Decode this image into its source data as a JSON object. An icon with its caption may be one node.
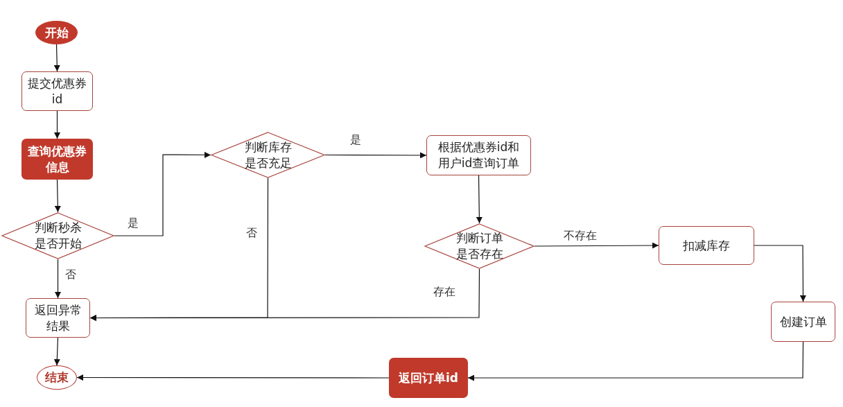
{
  "diagram": {
    "nodes": [
      {
        "text": [
          "开始"
        ]
      },
      {
        "text": [
          "提交优惠券id"
        ]
      },
      {
        "text": [
          "查询优惠券信息"
        ]
      },
      {
        "text": [
          "判断秒杀是否开始"
        ]
      },
      {
        "text": [
          "判断库存是否充足"
        ]
      },
      {
        "text": [
          "根据优惠券id和用户id查询订单"
        ]
      },
      {
        "text": [
          "判断订单是否存在"
        ]
      },
      {
        "text": [
          "扣减库存"
        ]
      },
      {
        "text": [
          "返回异常结果"
        ]
      },
      {
        "text": [
          "创建订单"
        ]
      },
      {
        "text": [
          "结束"
        ]
      },
      {
        "text": [
          "返回订单id"
        ]
      }
    ],
    "edges": [
      {
        "from": 0,
        "to": 1,
        "arrow": "to"
      },
      {
        "from": 1,
        "to": 2,
        "arrow": "to"
      },
      {
        "from": 2,
        "to": 3,
        "arrow": "to"
      },
      {
        "from": 3,
        "to": 4,
        "arrow": "to",
        "label": "是"
      },
      {
        "from": 3,
        "to": 8,
        "arrow": "to",
        "label": "否"
      },
      {
        "from": 4,
        "to": 5,
        "arrow": "to",
        "label": "是"
      },
      {
        "from": 4,
        "to": 8,
        "arrow": "to",
        "label": "否"
      },
      {
        "from": 5,
        "to": 6,
        "arrow": "to"
      },
      {
        "from": 6,
        "to": 7,
        "arrow": "to",
        "label": "不存在"
      },
      {
        "from": 6,
        "to": 8,
        "arrow": "to",
        "label": "存在"
      },
      {
        "from": 7,
        "to": 9,
        "arrow": "to"
      },
      {
        "from": 9,
        "to": 11,
        "arrow": "to"
      },
      {
        "from": 11,
        "to": 10,
        "arrow": "to"
      },
      {
        "from": 8,
        "to": 10,
        "arrow": "to"
      }
    ]
  }
}
